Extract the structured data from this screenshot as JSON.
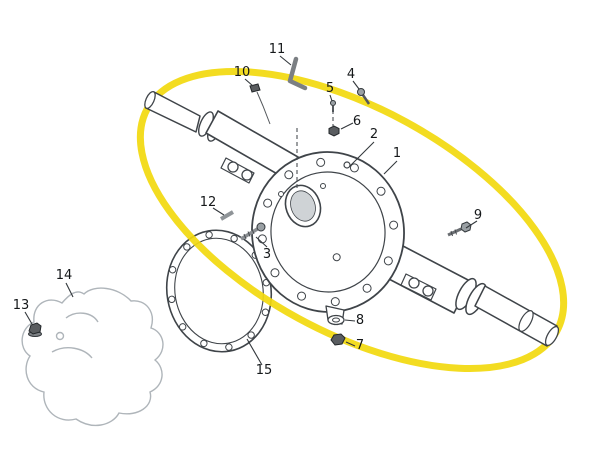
{
  "diagram": {
    "callouts": [
      {
        "label": "1"
      },
      {
        "label": "2"
      },
      {
        "label": "3"
      },
      {
        "label": "4"
      },
      {
        "label": "5"
      },
      {
        "label": "6"
      },
      {
        "label": "7"
      },
      {
        "label": "8"
      },
      {
        "label": "9"
      },
      {
        "label": "10"
      },
      {
        "label": "11"
      },
      {
        "label": "12"
      },
      {
        "label": "13"
      },
      {
        "label": "14"
      },
      {
        "label": "15"
      }
    ]
  },
  "colors": {
    "highlight_yellow": "#F2D90E",
    "line": "#3F4449",
    "sketch_gray": "#AFB5BA"
  }
}
